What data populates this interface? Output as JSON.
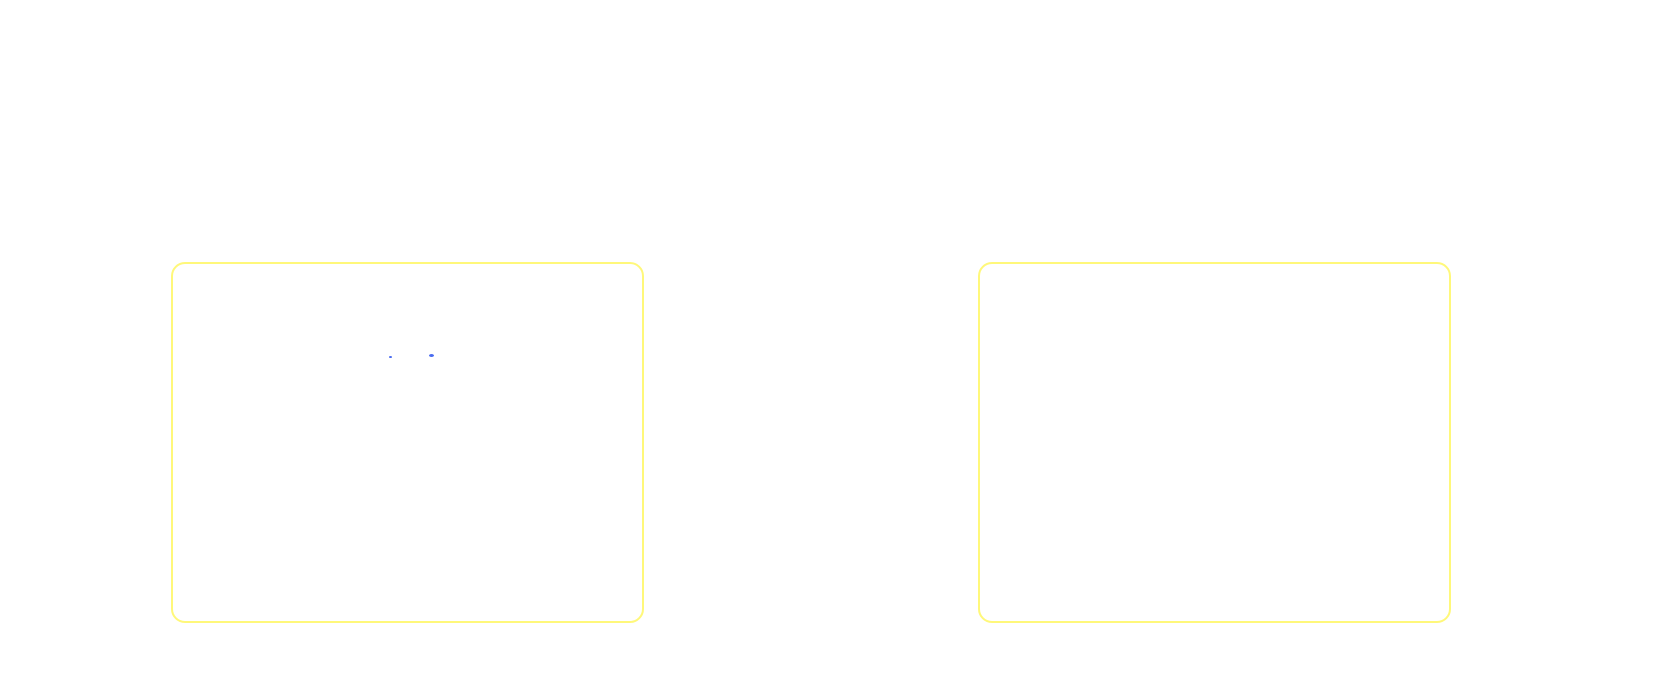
{
  "colors": {
    "background": "#ffffff",
    "panel_border": "#fff87a",
    "marker": "#4a6cf0"
  },
  "panels": [
    {
      "name": "left-panel",
      "markers": 2
    },
    {
      "name": "right-panel",
      "markers": 0
    }
  ]
}
